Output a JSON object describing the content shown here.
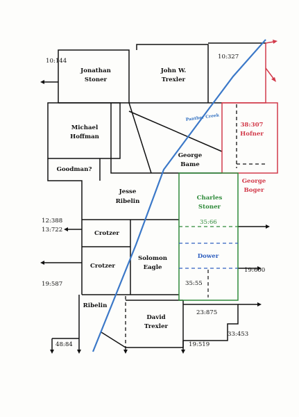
{
  "owners": {
    "jonathan_stoner": [
      "Jonathan",
      "Stoner"
    ],
    "john_trexler": [
      "John W.",
      "Trexler"
    ],
    "michael_hoffman": [
      "Michael",
      "Hoffman"
    ],
    "goodman": "Goodman?",
    "george_bame": [
      "George",
      "Bame"
    ],
    "jesse_ribelin": [
      "Jesse",
      "Ribelin"
    ],
    "hofner": [
      "38:307",
      "Hofner"
    ],
    "george_boger": [
      "George",
      "Boger"
    ],
    "charles_stoner": [
      "Charles",
      "Stoner"
    ],
    "crotzer_upper": "Crotzer",
    "crotzer_lower": "Crotzer",
    "solomon_eagle": [
      "Solomon",
      "Eagle"
    ],
    "dower": "Dower",
    "ribelin": "Ribelin",
    "david_trexler": [
      "David",
      "Trexler"
    ]
  },
  "refs": {
    "ref_10_144": "10:144",
    "ref_10_327": "10:327",
    "ref_12_388": "12:388",
    "ref_13_722": "13:722",
    "ref_35_66": "35:66",
    "ref_35_55": "35:55",
    "ref_19_587": "19:587",
    "ref_19_600": "19:600",
    "ref_23_875": "23:875",
    "ref_33_453": "33:453",
    "ref_48_84": "48:84",
    "ref_19_519": "19:519"
  },
  "creek_label": "Panther Creek",
  "colors": {
    "boundary": "#111111",
    "hofner": "#d23a4a",
    "stoner": "#2f8a3a",
    "dower": "#2f5fbf",
    "creek": "#3b78c8"
  }
}
